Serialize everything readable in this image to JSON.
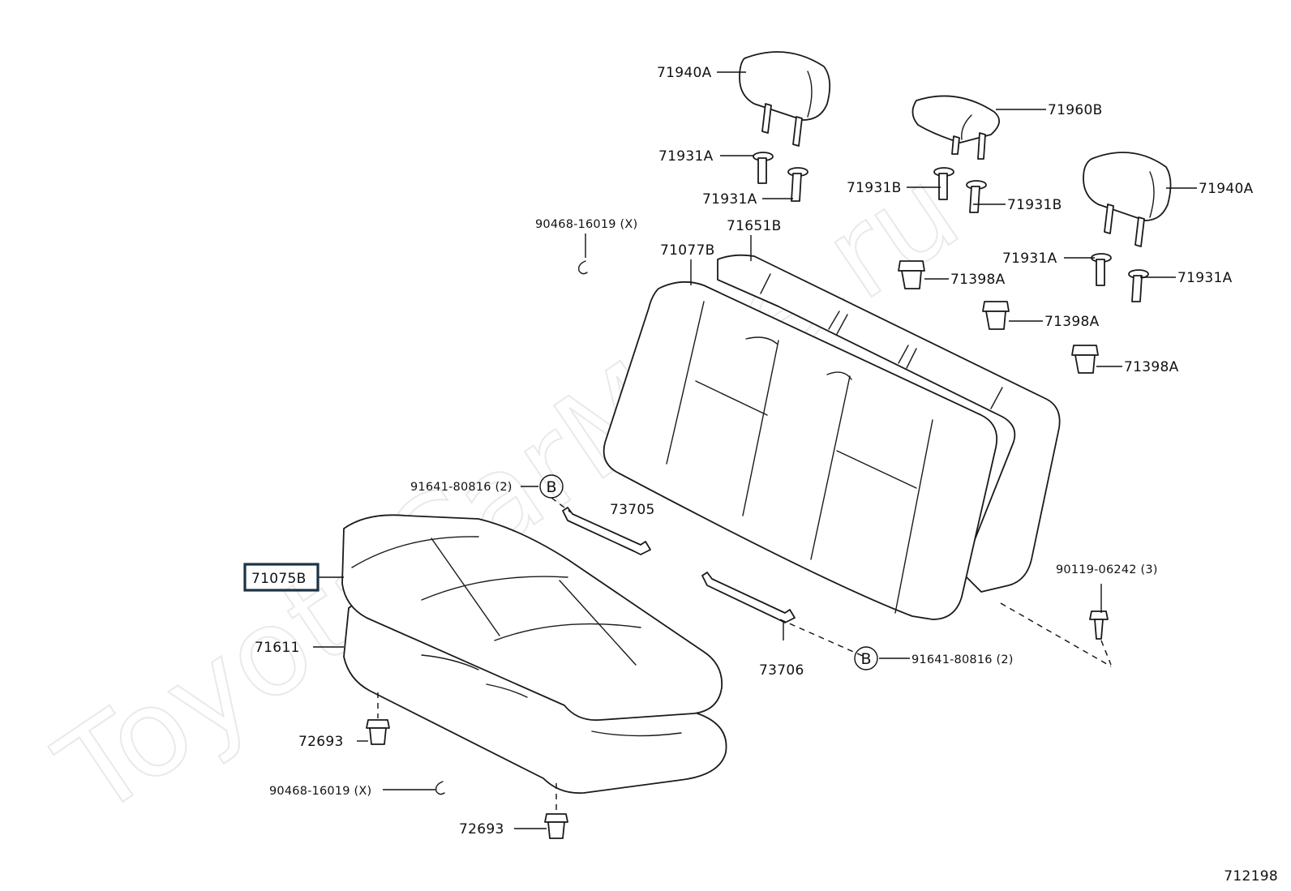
{
  "watermark": "ToyotaCarMine.ru",
  "figure_number": "712198",
  "highlighted_part": "71075B",
  "callout_letter": "B",
  "labels": {
    "headrest_center": "71940A",
    "support_center_1": "71931A",
    "support_center_2": "71931A",
    "headrest_armrest": "71960B",
    "support_arm_1": "71931B",
    "support_arm_2": "71931B",
    "headrest_right": "71940A",
    "support_right_1": "71931A",
    "support_right_2": "71931A",
    "guide_1": "71398A",
    "guide_2": "71398A",
    "guide_3": "71398A",
    "hog_ring_top": "90468-16019 (X)",
    "back_cover": "71077B",
    "back_pad": "71651B",
    "bolt_b_upper": "91641-80816 (2)",
    "hook_upper": "73705",
    "cushion_cover": "71075B",
    "cushion_pad": "71611",
    "hook_lower": "73706",
    "bolt_b_lower": "91641-80816 (2)",
    "bolt_right": "90119-06242 (3)",
    "clip_left": "72693",
    "clip_bottom": "72693",
    "hog_ring_bottom": "90468-16019 (X)"
  }
}
